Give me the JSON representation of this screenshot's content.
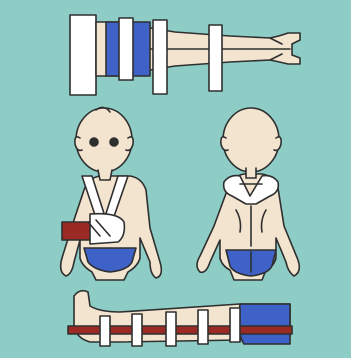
{
  "illustration": {
    "panels": [
      {
        "name": "legs-top-splint"
      },
      {
        "name": "child-front-arm-sling"
      },
      {
        "name": "child-back-figure-eight"
      },
      {
        "name": "leg-side-splint"
      }
    ]
  },
  "palette": {
    "background": "#8ecdc6",
    "skin": "#f3e4cf",
    "outline": "#2f2f2f",
    "underwear": "#3f62c8",
    "bandage": "#ffffff",
    "splint": "#9b2a25"
  }
}
